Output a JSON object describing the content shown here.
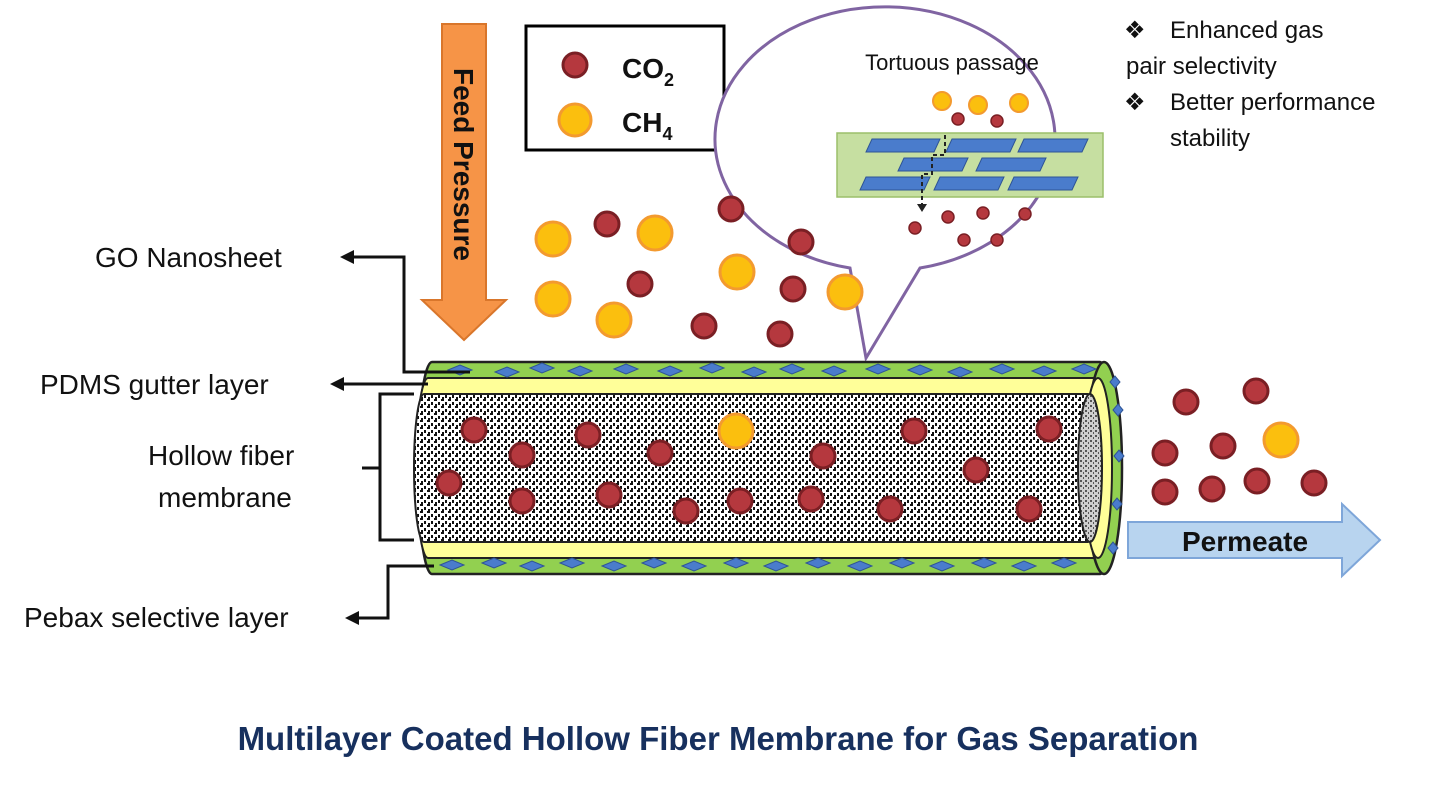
{
  "legend": {
    "co2_label": "CO",
    "co2_subscript": "2",
    "ch4_label": "CH",
    "ch4_subscript": "4"
  },
  "feed_label": "Feed Pressure",
  "callout": {
    "title": "Tortuous passage"
  },
  "benefits": {
    "bullet_symbol": "❖",
    "item1_line1": "Enhanced gas",
    "item1_line2": "pair selectivity",
    "item2_line1": "Better performance",
    "item2_line2": "stability"
  },
  "layers": {
    "go_nanosheet": "GO Nanosheet",
    "pdms_gutter": "PDMS gutter layer",
    "hollow_fiber_line1": "Hollow fiber",
    "hollow_fiber_line2": "membrane",
    "pebax_selective": "Pebax selective layer"
  },
  "permeate_label": "Permeate",
  "title": "Multilayer Coated Hollow Fiber Membrane for Gas Separation",
  "colors": {
    "co2_fill": "#b5383e",
    "co2_stroke": "#7a1f24",
    "ch4_fill": "#fbbf0e",
    "ch4_stroke": "#f39a2f",
    "feed_arrow": "#f69447",
    "permeate_arrow": "#b8d4ef",
    "pebax_green": "#92d050",
    "pdms_yellow": "#ffff99",
    "go_blue": "#4a7ccc",
    "callout_border": "#8064a2",
    "title_navy": "#17305e"
  }
}
